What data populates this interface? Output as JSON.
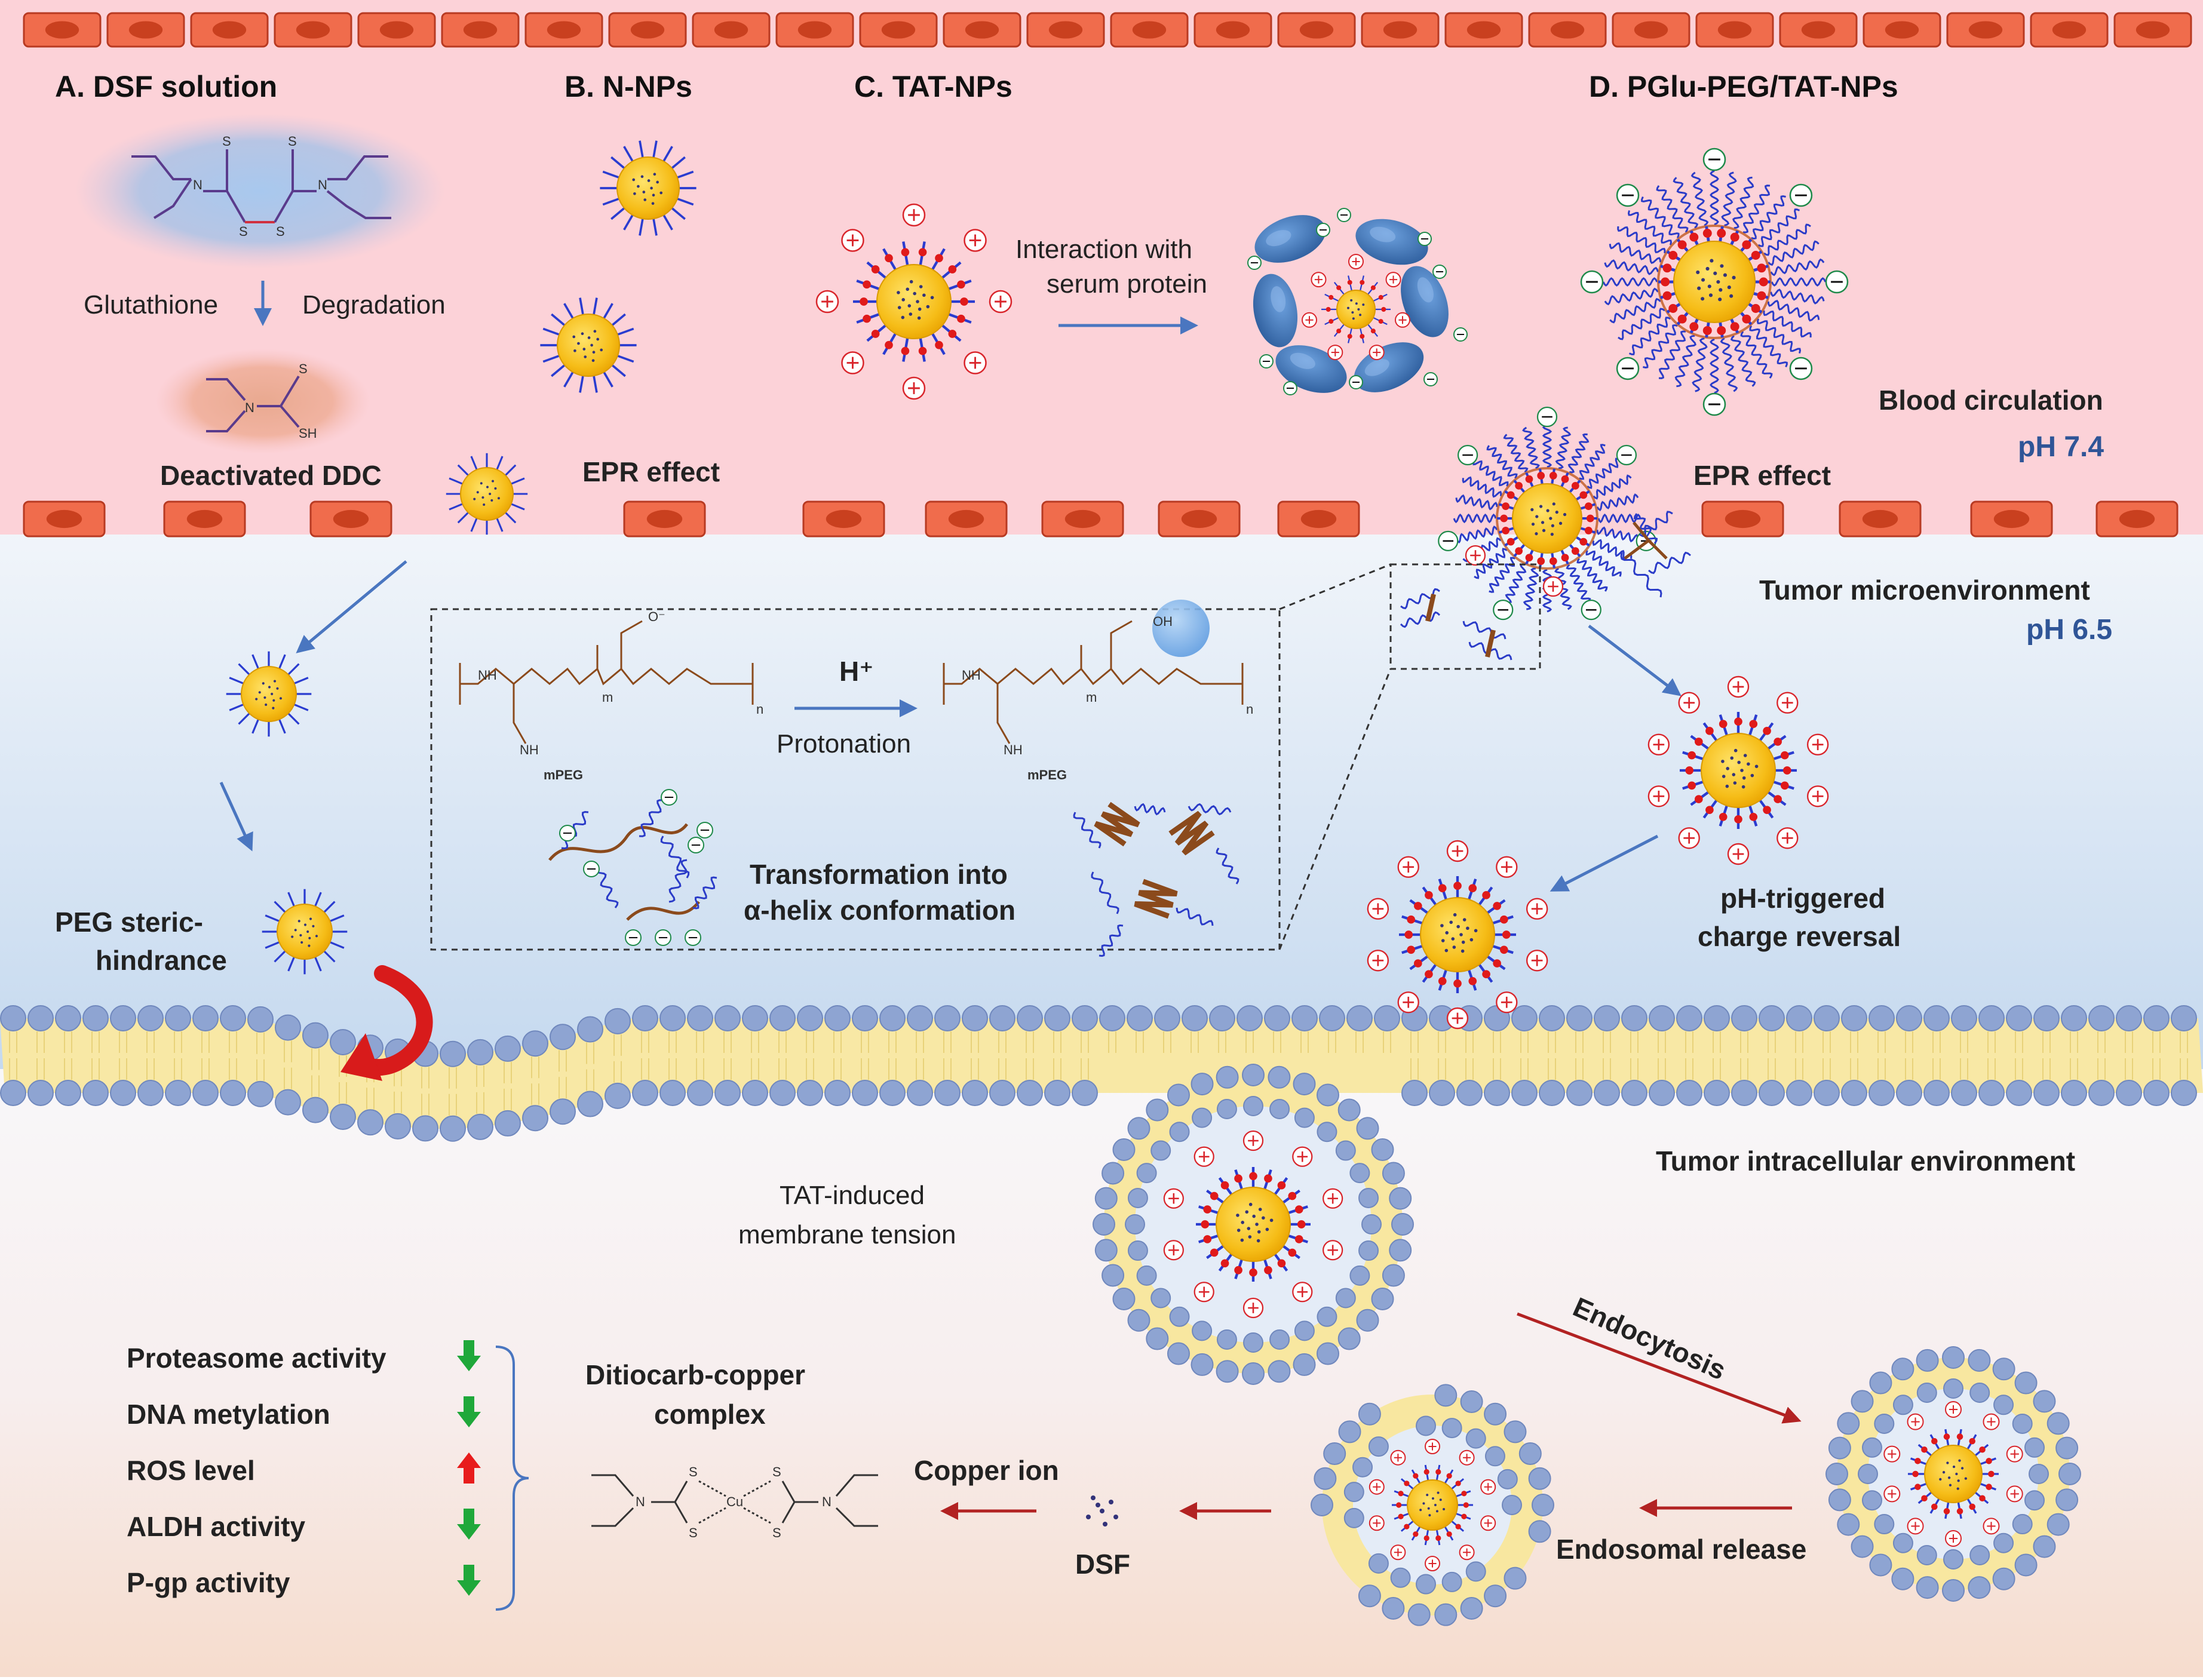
{
  "sections": {
    "a_title": "A. DSF solution",
    "b_title": "B. N-NPs",
    "c_title": "C. TAT-NPs",
    "d_title": "D. PGlu-PEG/TAT-NPs"
  },
  "texts": {
    "glutathione": "Glutathione",
    "degradation": "Degradation",
    "deactivated_ddc": "Deactivated DDC",
    "epr_left": "EPR effect",
    "epr_right": "EPR effect",
    "interaction_1": "Interaction with",
    "interaction_2": "serum protein",
    "blood_circulation": "Blood circulation",
    "ph_blood": "pH 7.4",
    "tumor_micro": "Tumor microenvironment",
    "ph_tumor": "pH 6.5",
    "h_plus": "H⁺",
    "protonation": "Protonation",
    "transform_1": "Transformation into",
    "transform_2": "α-helix conformation",
    "peg_1": "PEG steric-",
    "peg_2": "hindrance",
    "charge_1": "pH-triggered",
    "charge_2": "charge reversal",
    "intracellular": "Tumor intracellular environment",
    "tat_1": "TAT-induced",
    "tat_2": "membrane tension",
    "endocytosis": "Endocytosis",
    "endosomal_release": "Endosomal release",
    "copper_ion": "Copper ion",
    "dsf": "DSF",
    "complex_1": "Ditiocarb-copper",
    "complex_2": "complex"
  },
  "chem": {
    "s": "S",
    "sh": "SH",
    "n": "N",
    "cu": "Cu",
    "oh": "OH",
    "o_minus": "O⁻",
    "m": "m",
    "n_sub": "n",
    "mpeg": "mPEG",
    "nh": "NH"
  },
  "effects": [
    {
      "label": "Proteasome activity",
      "direction": "down"
    },
    {
      "label": "DNA metylation",
      "direction": "down"
    },
    {
      "label": "ROS level",
      "direction": "up"
    },
    {
      "label": "ALDH activity",
      "direction": "down"
    },
    {
      "label": "P-gp activity",
      "direction": "down"
    }
  ],
  "colors": {
    "blood": "#fcd0d6",
    "micro_top": "#e6eef7",
    "micro_bottom": "#c7dbf0",
    "intracellular_top": "#f7f7f9",
    "intracellular_bottom": "#f8e0d4",
    "cell": "#f06c4c",
    "cell_nucleus": "#c9401f",
    "np_core": "#f8c01a",
    "peg": "#2a3cd0",
    "tat_dot": "#e01a1a",
    "plus_sign": "#d9262c",
    "minus_sign": "#1f8a4a",
    "lipid_head": "#8ea4d2",
    "lipid_tail": "#f8e7a0",
    "arrow_blue": "#4a76c0",
    "arrow_red": "#b22222",
    "arrow_down": "#1fa83a",
    "arrow_up": "#e81c1c",
    "chem_line": "#5a3b8c",
    "chem_red": "#d03040",
    "polymer_brown": "#8b4a1c",
    "polymer_blue": "#2b3cc8"
  }
}
